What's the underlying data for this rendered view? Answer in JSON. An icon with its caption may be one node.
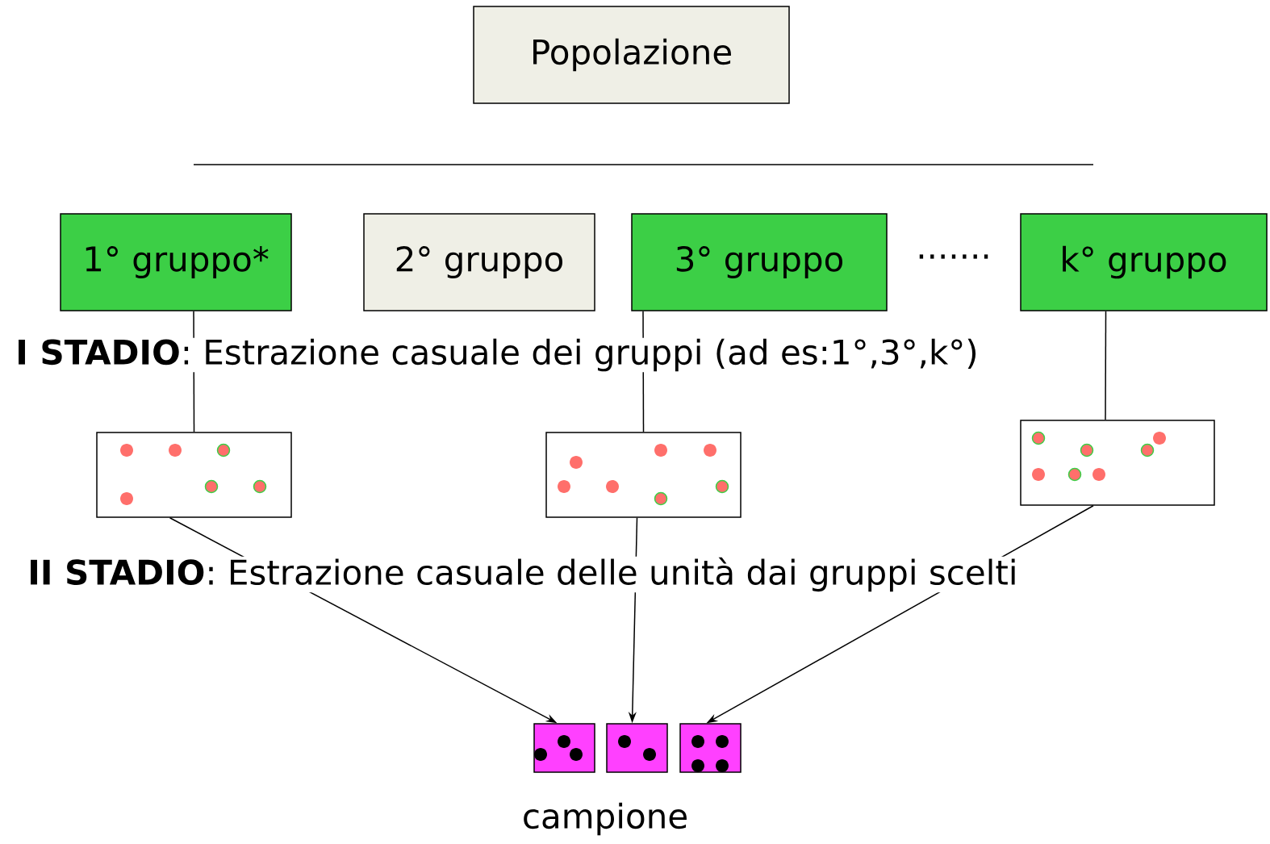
{
  "diagram": {
    "nodes": [
      {
        "text": [
          "Popolazione"
        ]
      },
      {
        "text": [
          "1° gruppo*"
        ]
      },
      {
        "text": [
          "2° gruppo"
        ]
      },
      {
        "text": [
          "3° gruppo"
        ]
      },
      {
        "text": [
          "k° gruppo"
        ]
      },
      {
        "text": [],
        "shape": "box"
      },
      {
        "text": [],
        "shape": "box"
      },
      {
        "text": [],
        "shape": "box"
      },
      {
        "text": [],
        "shape": "box"
      },
      {
        "text": [],
        "shape": "box"
      },
      {
        "text": [],
        "shape": "box"
      }
    ],
    "edges": [
      {
        "from": 1,
        "to": 5,
        "arrow": "none"
      },
      {
        "from": 3,
        "to": 6,
        "arrow": "none"
      },
      {
        "from": 4,
        "to": 7,
        "arrow": "none"
      },
      {
        "from": 5,
        "to": 8,
        "arrow": "to"
      },
      {
        "from": 6,
        "to": 9,
        "arrow": "to"
      },
      {
        "from": 7,
        "to": 10,
        "arrow": "to"
      }
    ],
    "labels": [
      ".......",
      "**I STADIO**: Estrazione casuale dei gruppi (ad es:1°,3°,k°)",
      "**II STADIO**: Estrazione casuale delle unità dai gruppi scelti",
      "campione"
    ]
  }
}
